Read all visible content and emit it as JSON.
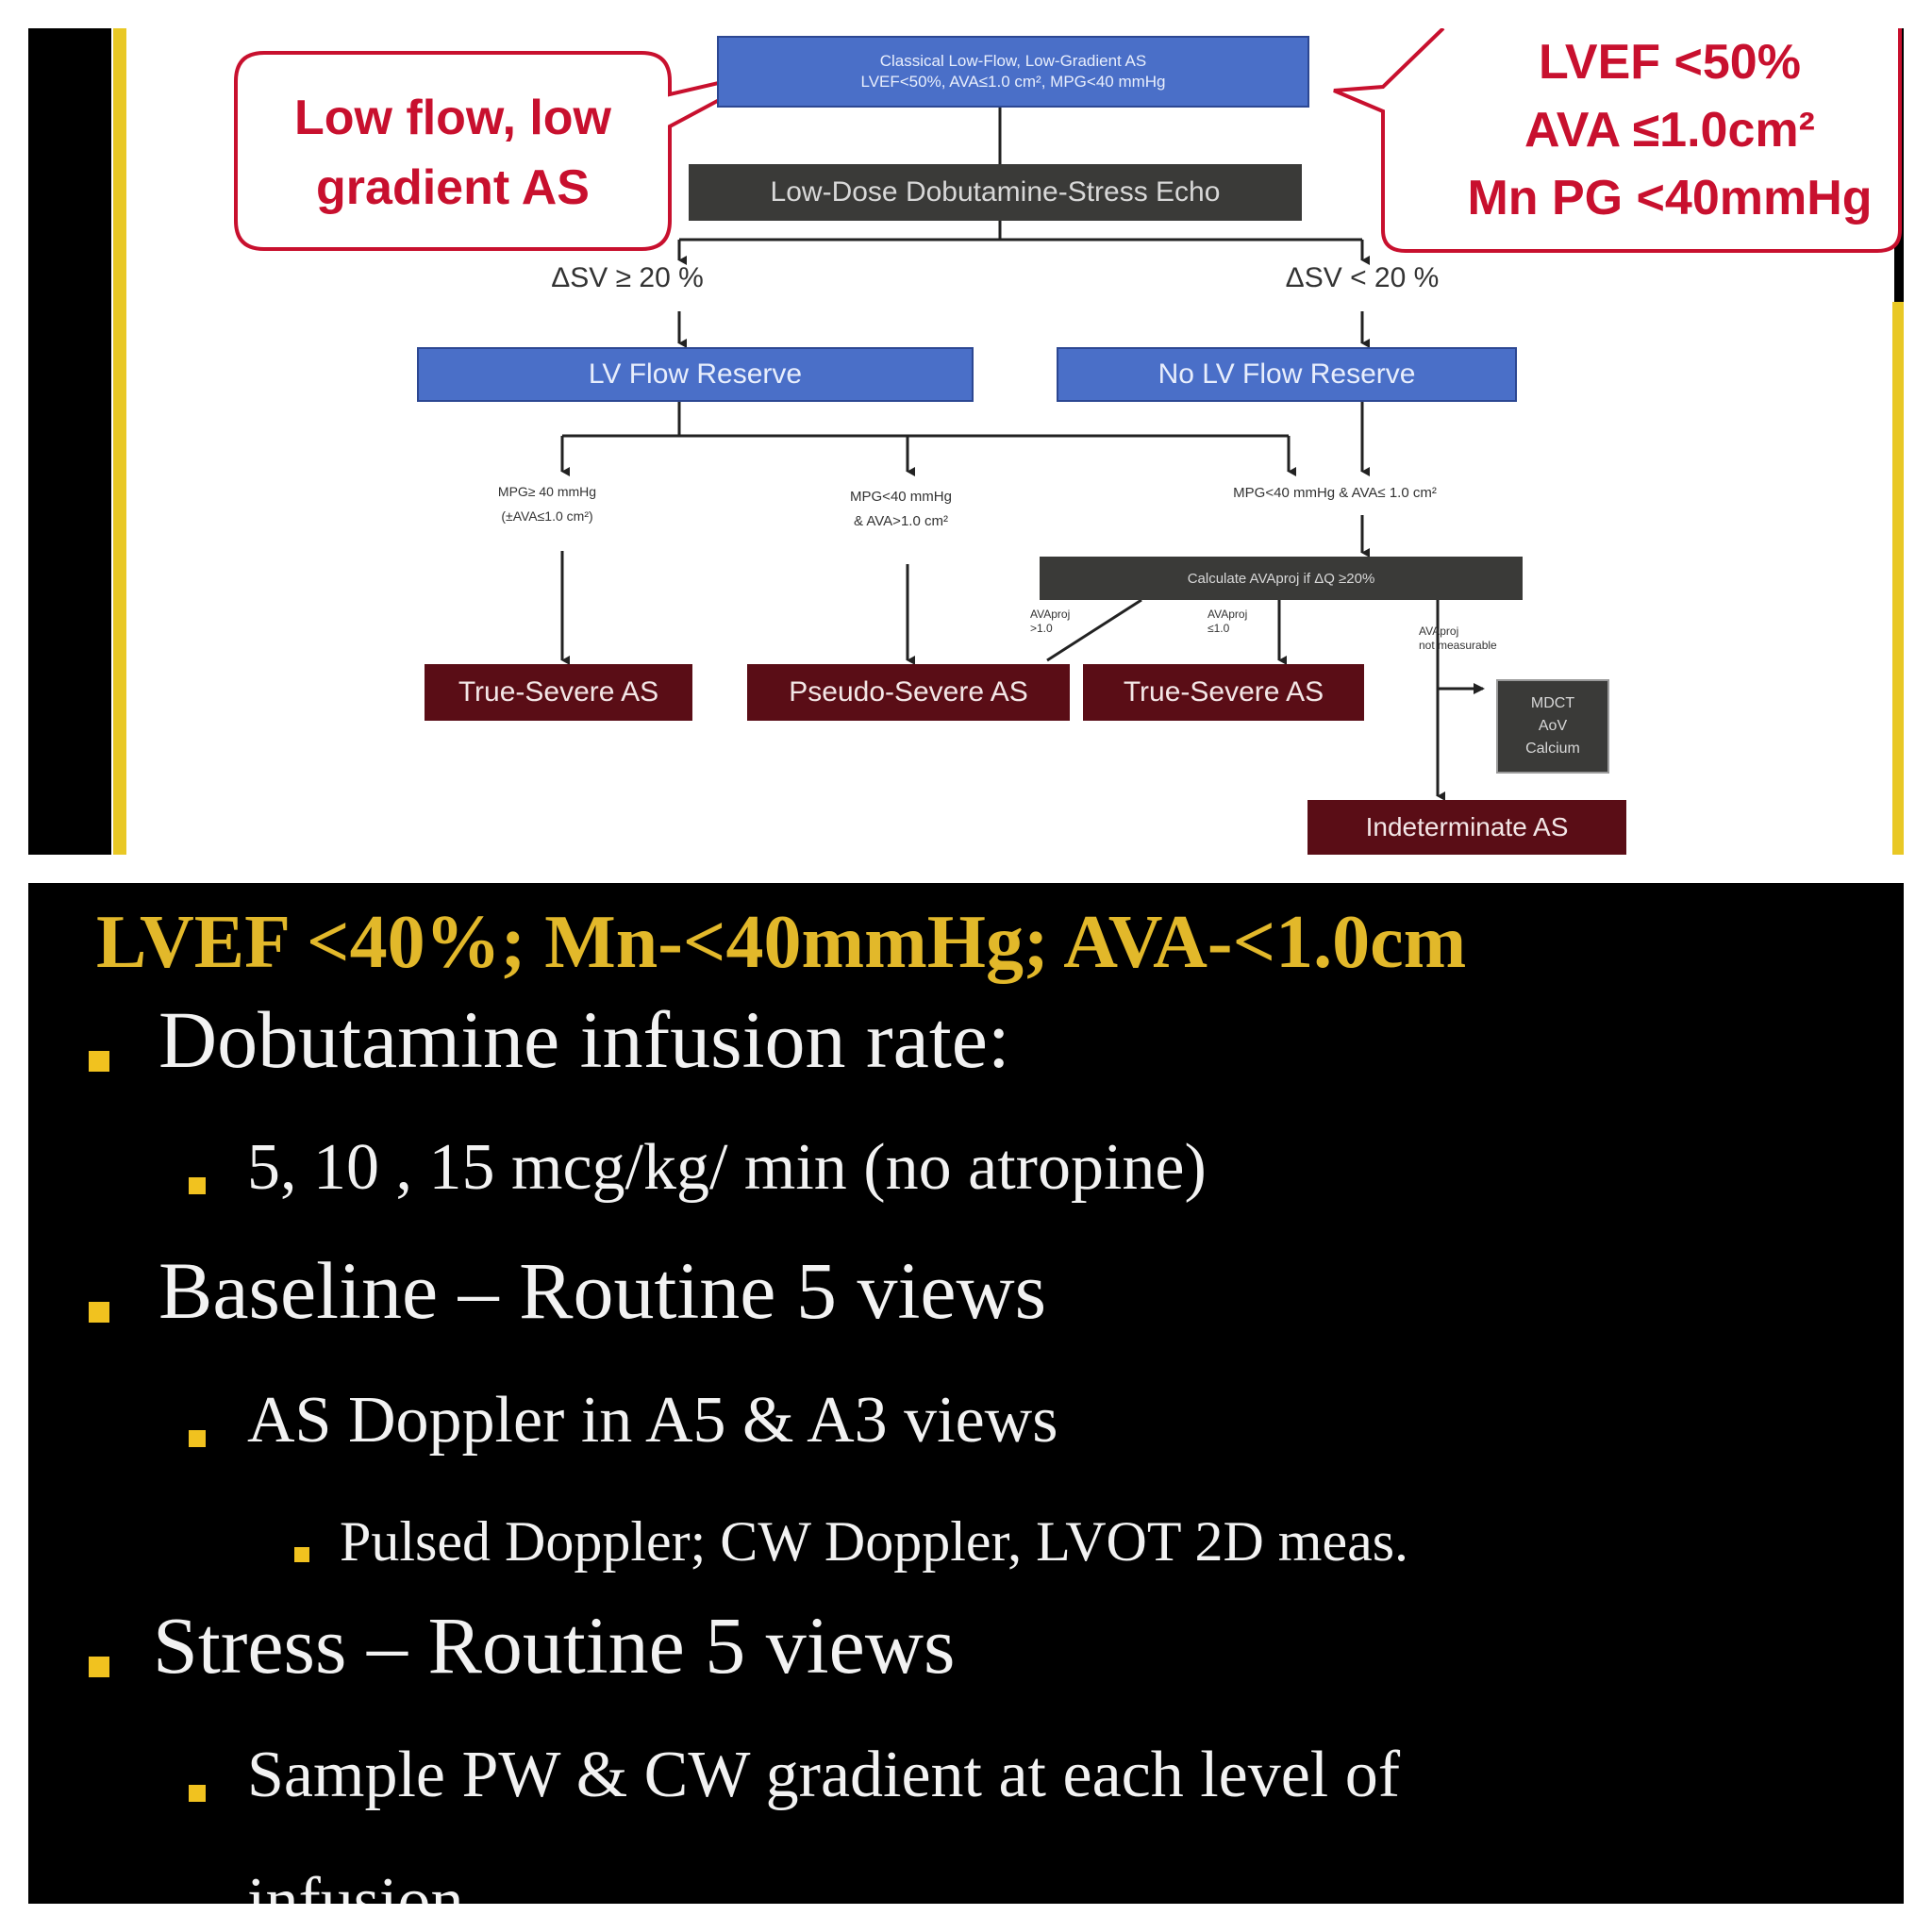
{
  "flowchart": {
    "classical_title": "Classical Low-Flow, Low-Gradient AS",
    "classical_sub": "LVEF<50%, AVA≤1.0 cm², MPG<40 mmHg",
    "low_dose": "Low-Dose Dobutamine-Stress Echo",
    "delta_sv_ge": "ΔSV ≥ 20 %",
    "delta_sv_lt": "ΔSV < 20 %",
    "lv_flow_reserve": "LV Flow Reserve",
    "no_lv_flow_reserve": "No LV Flow Reserve",
    "mpg_ge_line1": "MPG≥ 40 mmHg",
    "mpg_ge_line2": "(±AVA≤1.0 cm²)",
    "mpg_lt_line1": "MPG<40 mmHg",
    "mpg_lt_line2": "& AVA>1.0 cm²",
    "mpg_ava": "MPG<40 mmHg & AVA≤ 1.0 cm²",
    "calculate": "Calculate AVAproj if ΔQ ≥20%",
    "ava_gt_line1": "AVAproj",
    "ava_gt_line2": ">1.0",
    "ava_le_line1": "AVAproj",
    "ava_le_line2": "≤1.0",
    "ava_nm_line1": "AVAproj",
    "ava_nm_line2": "not measurable",
    "true_severe_1": "True-Severe AS",
    "pseudo_severe": "Pseudo-Severe AS",
    "true_severe_2": "True-Severe AS",
    "mdct_line1": "MDCT",
    "mdct_line2": "AoV",
    "mdct_line3": "Calcium",
    "indeterminate": "Indeterminate AS",
    "left_callout_line1": "Low flow, low",
    "left_callout_line2": "gradient AS",
    "right_callout_line1": "LVEF <50%",
    "right_callout_line2": "AVA ≤1.0cm²",
    "right_callout_line3": "Mn PG <40mmHg"
  },
  "slide": {
    "title": "LVEF <40%; Mn-<40mmHg; AVA-<1.0cm",
    "bullets": [
      "Dobutamine infusion rate:",
      "5, 10 , 15 mcg/kg/ min (no atropine)",
      "Baseline – Routine 5 views",
      "AS Doppler in A5 & A3 views",
      "Pulsed Doppler; CW Doppler, LVOT 2D meas.",
      "Stress – Routine 5 views",
      "Sample PW & CW gradient at each level of",
      "infusion"
    ]
  },
  "colors": {
    "blue_box": "#4a6fc8",
    "gray_box": "#3a3a38",
    "maroon_box": "#5a0d16",
    "callout_red": "#c8102e",
    "title_gold": "#e2b82a",
    "bullet_gold": "#f1c21f"
  }
}
